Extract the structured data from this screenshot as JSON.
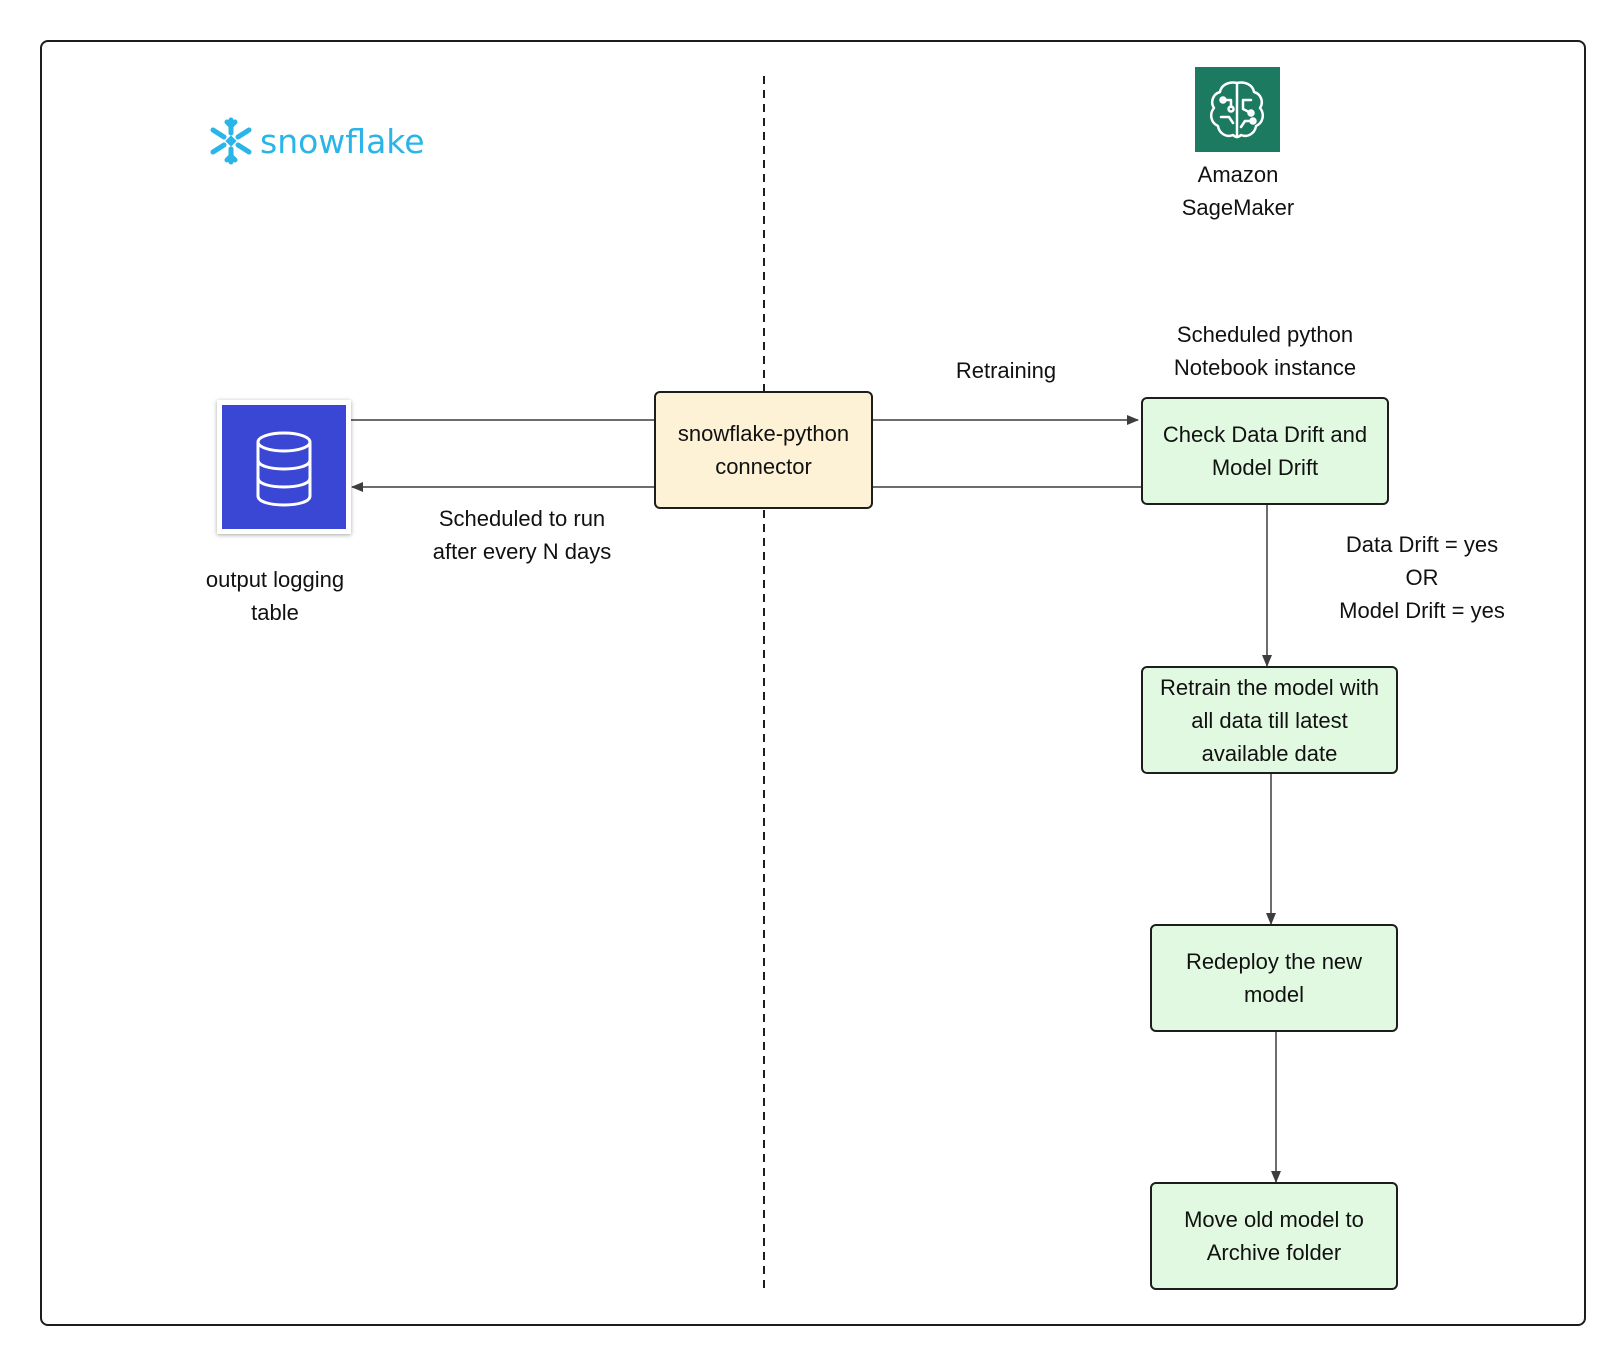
{
  "brand": {
    "snowflake_wordmark": "snowflake",
    "snowflake_color": "#29b5e8",
    "sagemaker_label": "Amazon\nSageMaker",
    "sagemaker_color": "#1b7a5f",
    "database_color": "#3a47d5"
  },
  "nodes": {
    "logging_table_label": "output logging\ntable",
    "connector": "snowflake-python connector",
    "check_drift": "Check Data Drift and Model Drift",
    "retrain": "Retrain the model with all data till latest available date",
    "redeploy": "Redeploy the new model",
    "archive": "Move old model to Archive folder"
  },
  "annotations": {
    "schedule": "Scheduled to run\nafter every N days",
    "retraining": "Retraining",
    "notebook": "Scheduled python\nNotebook instance",
    "drift_condition": "Data Drift = yes\nOR\nModel Drift = yes"
  },
  "colors": {
    "connector_fill": "#fdf2d6",
    "process_fill": "#e1f9e1",
    "stroke": "#1d1d1d"
  }
}
